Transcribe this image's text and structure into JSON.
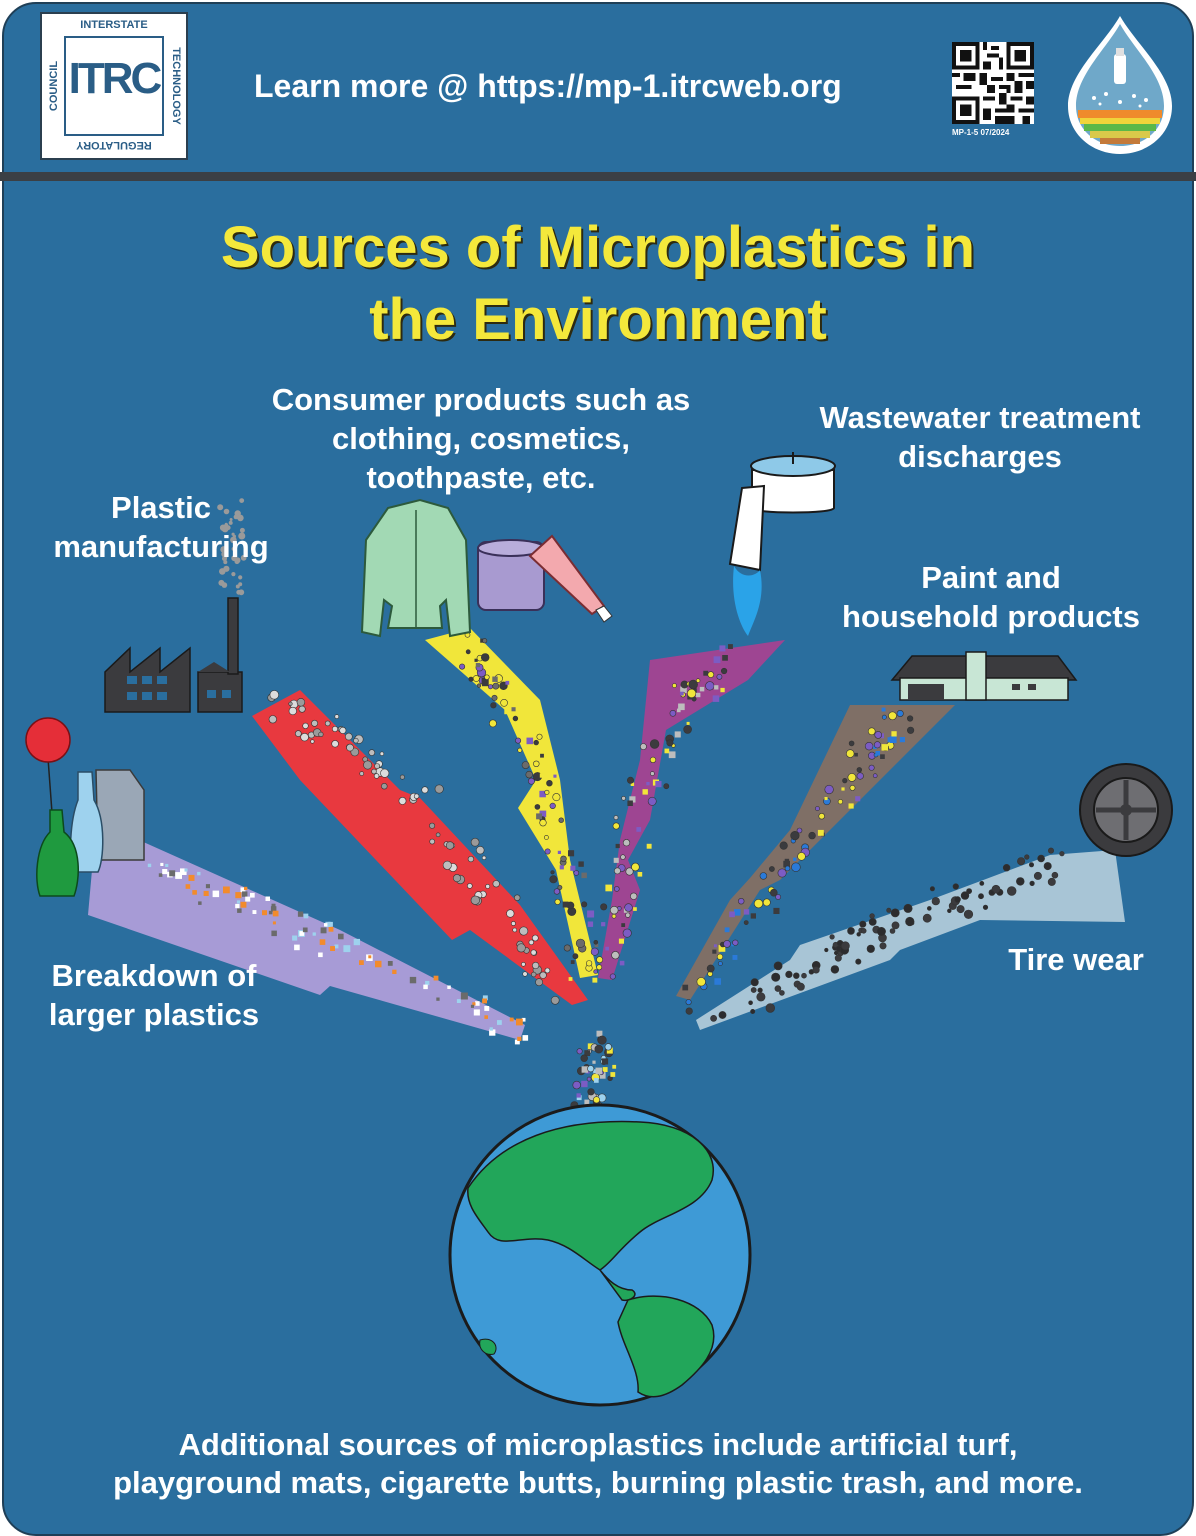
{
  "header": {
    "logo": {
      "name": "ITRC",
      "top_text": "INTERSTATE",
      "right_text": "TECHNOLOGY",
      "bottom_text": "REGULATORY",
      "left_text": "COUNCIL"
    },
    "learn_more": "Learn more @ https://mp-1.itrcweb.org",
    "qr_caption": "MP-1-5   07/2024",
    "icons": [
      "qr-code-icon",
      "microplastics-drop-logo-icon"
    ]
  },
  "title": {
    "line1": "Sources of Microplastics in",
    "line2": "the Environment"
  },
  "sources": {
    "breakdown": {
      "line1": "Breakdown of",
      "line2": "larger plastics",
      "icon": "plastic-litter-icon",
      "color": "#a79bd6"
    },
    "manufacturing": {
      "line1": "Plastic",
      "line2": "manufacturing",
      "icon": "factory-icon",
      "color": "#e8393f"
    },
    "consumer": {
      "line1": "Consumer products such as",
      "line2": "clothing, cosmetics,",
      "line3": "toothpaste, etc.",
      "icon": "consumer-products-icon",
      "color": "#f1e63a"
    },
    "wastewater": {
      "line1": "Wastewater treatment",
      "line2": "discharges",
      "icon": "wastewater-tank-icon",
      "color": "#9e4592"
    },
    "paint": {
      "line1": "Paint and",
      "line2": "household products",
      "icon": "house-icon",
      "color": "#7f6f66"
    },
    "tire": {
      "line1": "Tire wear",
      "icon": "tire-icon",
      "color": "#a8c5d6"
    }
  },
  "globe_icon": "earth-globe-icon",
  "colors": {
    "background": "#2a6e9e",
    "title": "#f4e83b",
    "text": "#ffffff"
  },
  "footer": {
    "line1": "Additional sources of microplastics include artificial turf,",
    "line2": "playground mats, cigarette butts, burning plastic trash, and more."
  }
}
